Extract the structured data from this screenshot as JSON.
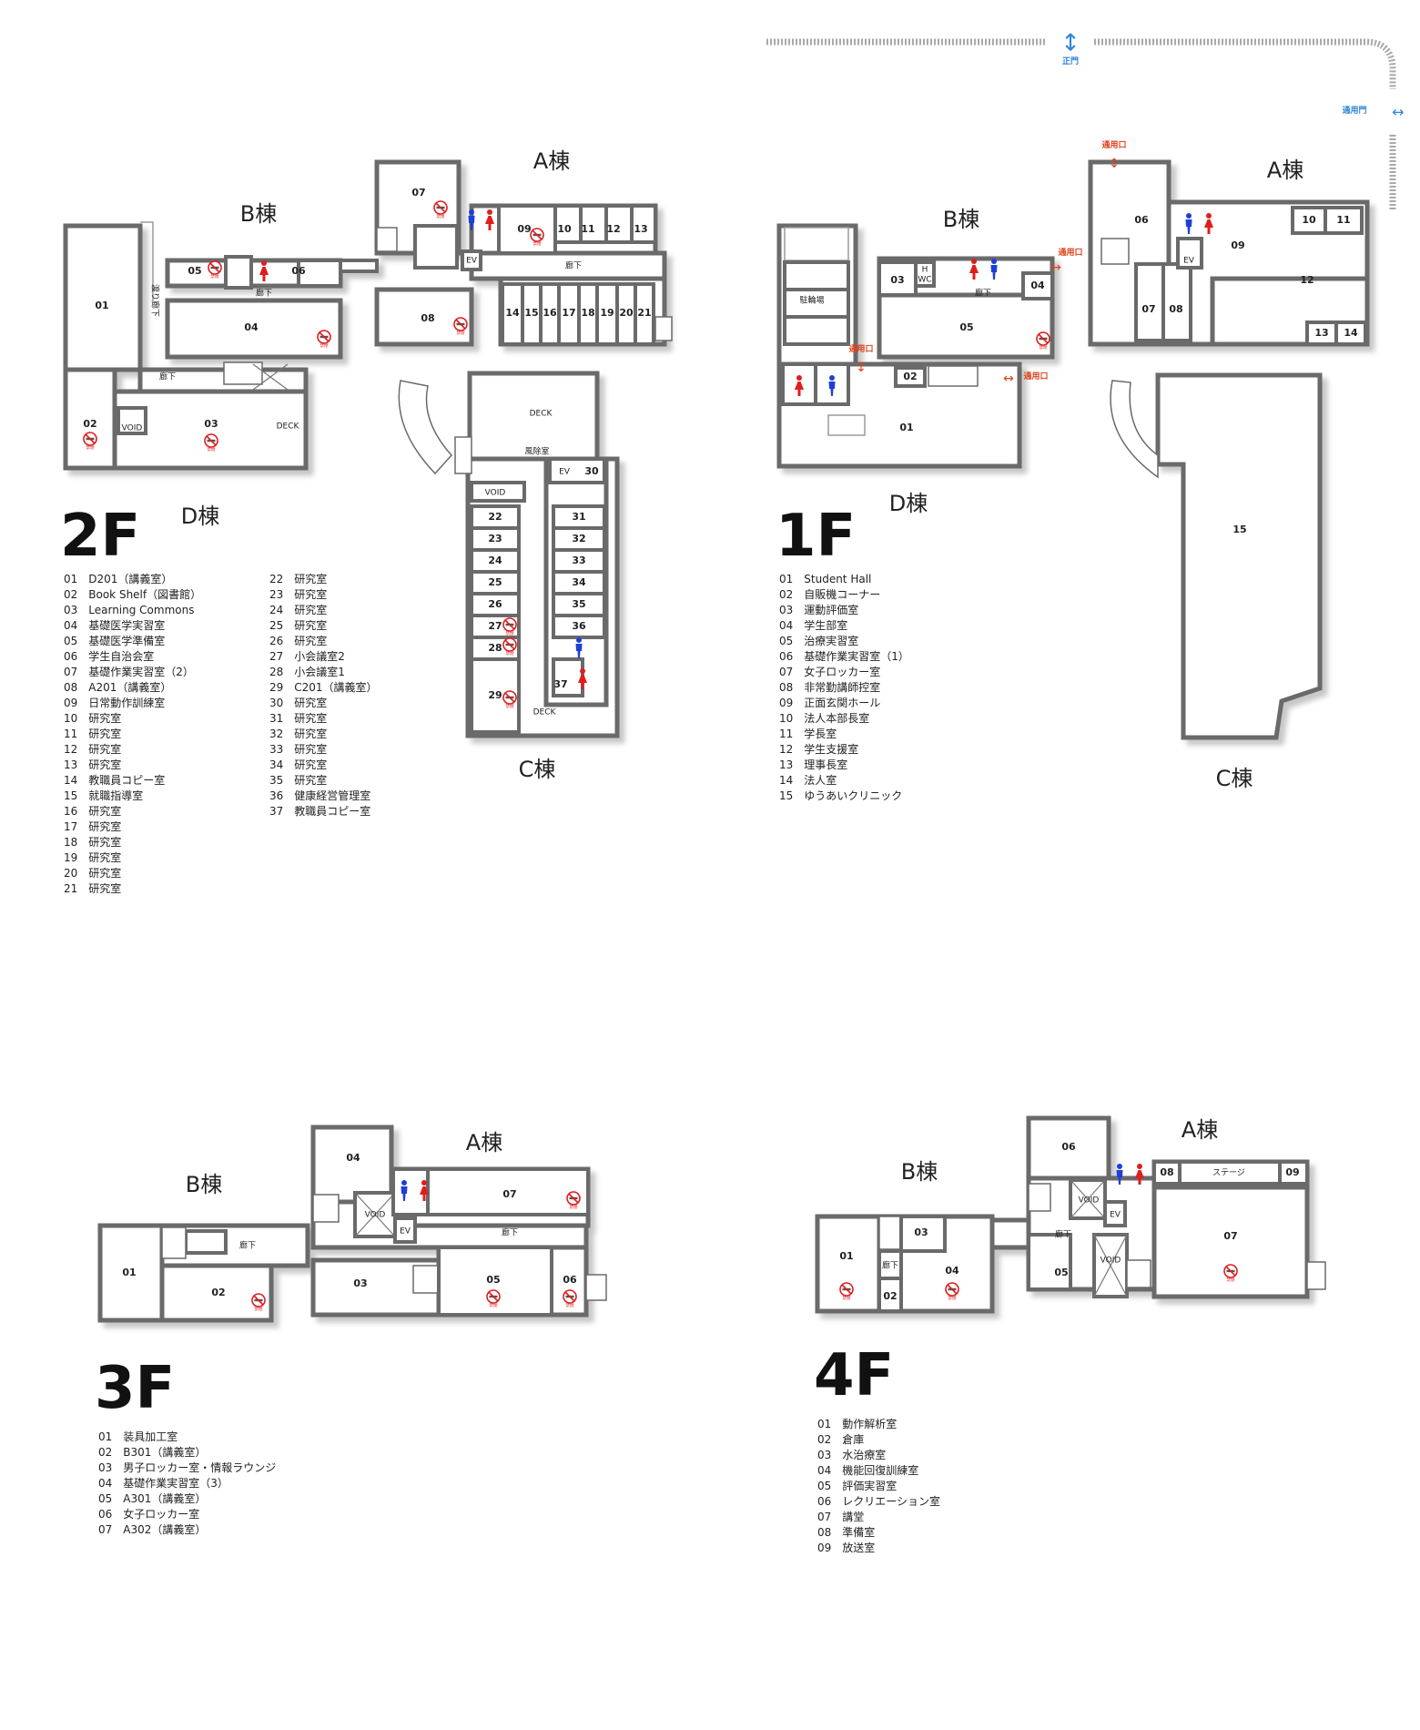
{
  "floors": {
    "f2": {
      "label": "2F",
      "buildings": {
        "a": "A棟",
        "b": "B棟",
        "c": "C棟",
        "d": "D棟"
      },
      "marks": {
        "corridor": "廊下",
        "watari": "渡り廊下",
        "deck": "DECK",
        "void": "VOID",
        "ev": "EV",
        "fuujo": "風除室"
      },
      "legend": [
        "01　D201（講義室）",
        "02　Book Shelf（図書館）",
        "03　Learning Commons",
        "04　基礎医学実習室",
        "05　基礎医学準備室",
        "06　学生自治会室",
        "07　基礎作業実習室（2）",
        "08　A201（講義室）",
        "09　日常動作訓練室",
        "10　研究室",
        "11　研究室",
        "12　研究室",
        "13　研究室",
        "14　教職員コピー室",
        "15　就職指導室",
        "16　研究室",
        "17　研究室",
        "18　研究室",
        "19　研究室",
        "20　研究室",
        "21　研究室",
        "22　研究室",
        "23　研究室",
        "24　研究室",
        "25　研究室",
        "26　研究室",
        "27　小会議室2",
        "28　小会議室1",
        "29　C201（講義室）",
        "30　研究室",
        "31　研究室",
        "32　研究室",
        "33　研究室",
        "34　研究室",
        "35　研究室",
        "36　健康経営管理室",
        "37　教職員コピー室"
      ]
    },
    "f1": {
      "label": "1F",
      "buildings": {
        "a": "A棟",
        "b": "B棟",
        "c": "C棟",
        "d": "D棟"
      },
      "marks": {
        "corridor": "廊下",
        "hwc": "H\nWC",
        "ev": "EV",
        "bike": "駐輪場",
        "seimon": "正門",
        "tsuyoumon": "通用門",
        "tsuyouguchi": "通用口"
      },
      "legend": [
        "01　Student Hall",
        "02　自販機コーナー",
        "03　運動評価室",
        "04　学生部室",
        "05　治療実習室",
        "06　基礎作業実習室（1）",
        "07　女子ロッカー室",
        "08　非常勤講師控室",
        "09　正面玄関ホール",
        "10　法人本部長室",
        "11　学長室",
        "12　学生支援室",
        "13　理事長室",
        "14　法人室",
        "15　ゆうあいクリニック"
      ]
    },
    "f3": {
      "label": "3F",
      "buildings": {
        "a": "A棟",
        "b": "B棟"
      },
      "marks": {
        "corridor": "廊下",
        "void": "VOID",
        "ev": "EV"
      },
      "legend": [
        "01　装具加工室",
        "02　B301（講義室）",
        "03　男子ロッカー室・情報ラウンジ",
        "04　基礎作業実習室（3）",
        "05　A301（講義室）",
        "06　女子ロッカー室",
        "07　A302（講義室）"
      ]
    },
    "f4": {
      "label": "4F",
      "buildings": {
        "a": "A棟",
        "b": "B棟"
      },
      "marks": {
        "corridor": "廊下",
        "void": "VOID",
        "ev": "EV",
        "stage": "ステージ"
      },
      "legend": [
        "01　動作解析室",
        "02　倉庫",
        "03　水治療室",
        "04　機能回復訓練室",
        "05　評価実習室",
        "06　レクリエーション室",
        "07　講堂",
        "08　準備室",
        "09　放送室"
      ]
    }
  },
  "colors": {
    "wall": "#6a6a6a",
    "male": "#1e3fd6",
    "female": "#e01d1d",
    "exit": "#e2401b",
    "gate": "#2f86d6",
    "path": "#a9a9a9"
  },
  "icons": [
    "no-smoking-icon",
    "restroom-male-icon",
    "restroom-female-icon",
    "stairs-icon",
    "gate-arrow-icon"
  ]
}
